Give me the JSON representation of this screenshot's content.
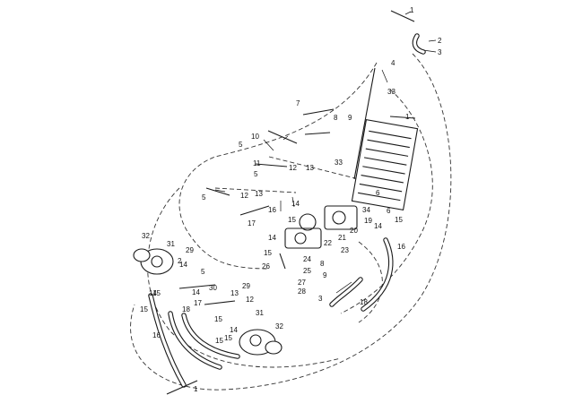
{
  "callouts": [
    "1",
    "2",
    "3",
    "4",
    "33",
    "7",
    "8",
    "9",
    "1",
    "10",
    "11",
    "12",
    "13",
    "5",
    "5",
    "33",
    "5",
    "12",
    "13",
    "6",
    "6",
    "14",
    "16",
    "15",
    "34",
    "19",
    "20",
    "21",
    "22",
    "23",
    "14",
    "15",
    "16",
    "17",
    "14",
    "15",
    "24",
    "25",
    "26",
    "27",
    "28",
    "32",
    "31",
    "29",
    "2",
    "5",
    "14",
    "30",
    "15",
    "29",
    "12",
    "14",
    "15",
    "13",
    "17",
    "18",
    "15",
    "14",
    "15",
    "31",
    "32",
    "16",
    "14",
    "15",
    "8",
    "9",
    "3",
    "18",
    "1"
  ]
}
